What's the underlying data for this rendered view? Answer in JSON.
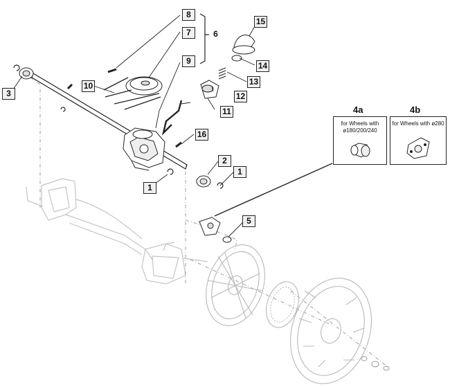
{
  "callouts": {
    "c1a": "1",
    "c1b": "1",
    "c2": "2",
    "c3": "3",
    "c5": "5",
    "c6": "6",
    "c7": "7",
    "c8": "8",
    "c9": "9",
    "c10": "10",
    "c11": "11",
    "c12": "12",
    "c13": "13",
    "c14": "14",
    "c15": "15",
    "c16": "16"
  },
  "insets": {
    "a": {
      "title": "4a",
      "caption_line1": "for Wheels with",
      "caption_line2": "ø180/200/240"
    },
    "b": {
      "title": "4b",
      "caption_line1": "for Wheels with ø280"
    }
  },
  "colors": {
    "line": "#222222",
    "ghost": "#bdbdbd",
    "callout_bg": "#f1f1f1"
  }
}
